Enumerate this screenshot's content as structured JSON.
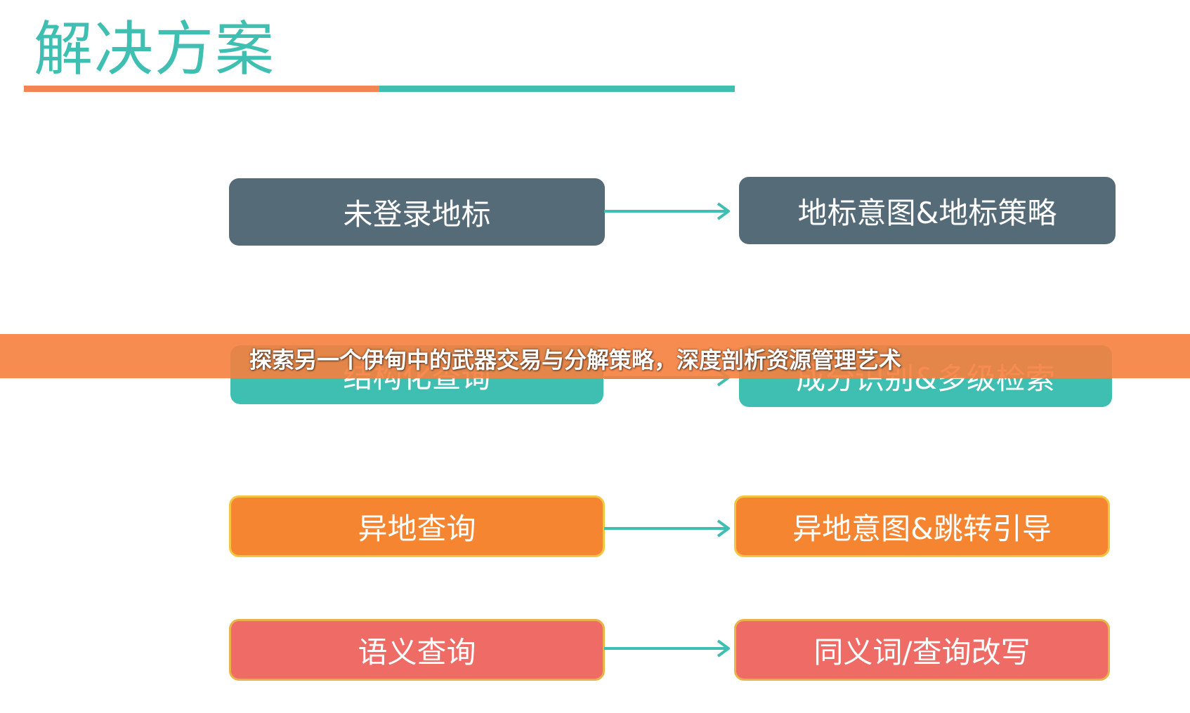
{
  "page": {
    "title": "解决方案"
  },
  "flow": {
    "rows": [
      {
        "left_label": "未登录地标",
        "right_label": "地标意图&地标策略",
        "color": "#566b78"
      },
      {
        "left_label": "结构化查询",
        "right_label": "成分识别&多级检索",
        "color": "#3ebfb2"
      },
      {
        "left_label": "异地查询",
        "right_label": "异地意图&跳转引导",
        "color": "#f58530"
      },
      {
        "left_label": "语义查询",
        "right_label": "同义词/查询改写",
        "color": "#ef6b66"
      }
    ],
    "arrow_color": "#3ebfb2"
  },
  "banner": {
    "text": "探索另一个伊甸中的武器交易与分解策略，深度剖析资源管理艺术",
    "color": "#f6803e"
  },
  "colors": {
    "accent_orange": "#f48454",
    "accent_teal": "#3ebfb2"
  }
}
